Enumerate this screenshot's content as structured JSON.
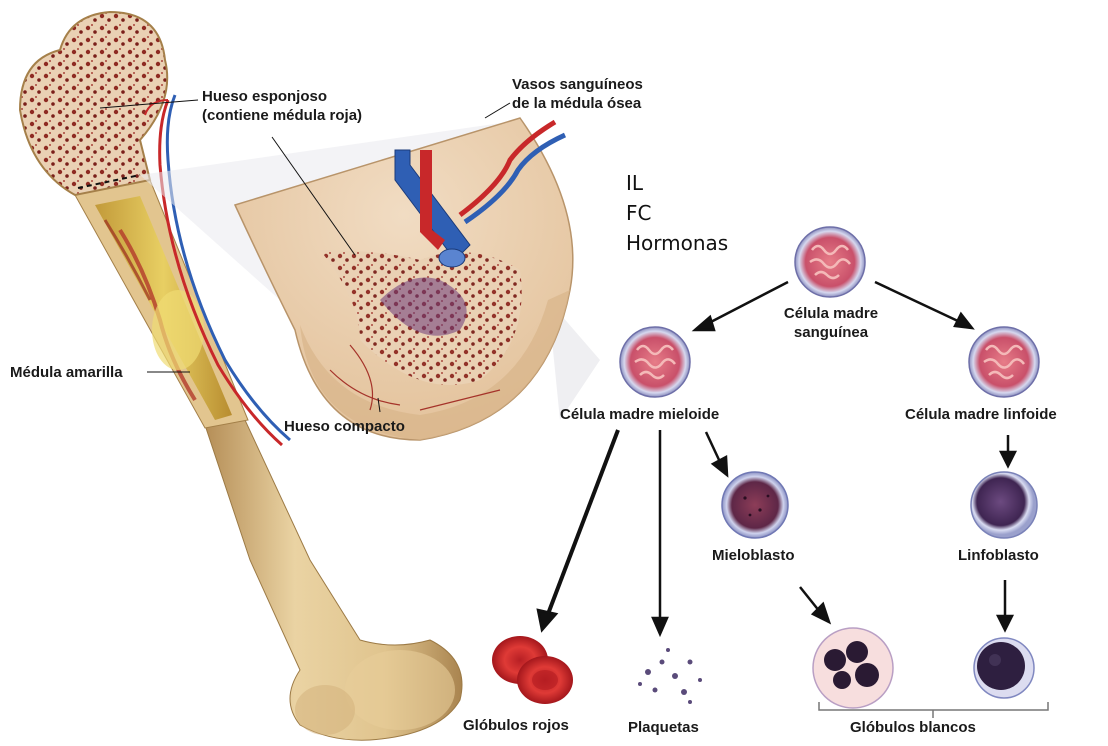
{
  "labels": {
    "spongy_bone": [
      "Hueso esponjoso",
      "(contiene médula roja)"
    ],
    "vessels": [
      "Vasos sanguíneos",
      "de la médula ósea"
    ],
    "yellow_marrow": "Médula amarilla",
    "compact_bone": "Hueso compacto",
    "blood_stem_cell": [
      "Célula madre",
      "sanguínea"
    ],
    "myeloid_stem_cell": "Célula madre mieloide",
    "lymphoid_stem_cell": "Célula madre linfoide",
    "myeloblast": "Mieloblasto",
    "lymphoblast": "Linfoblasto",
    "red_blood_cells": "Glóbulos rojos",
    "platelets": "Plaquetas",
    "white_blood_cells": "Glóbulos blancos"
  },
  "overlay": {
    "line1": "IL",
    "line2": "FC",
    "line3": "Hormonas"
  },
  "colors": {
    "bone": "#e3c894",
    "bone_shadow": "#b9955c",
    "marrow_red": "#8e2a22",
    "artery": "#c8282a",
    "vein": "#2f5fb4",
    "stem_cell_fill": "#e06f7d",
    "lymphoblast_fill": "#5b3a6e",
    "rbc": "#d42f30"
  }
}
